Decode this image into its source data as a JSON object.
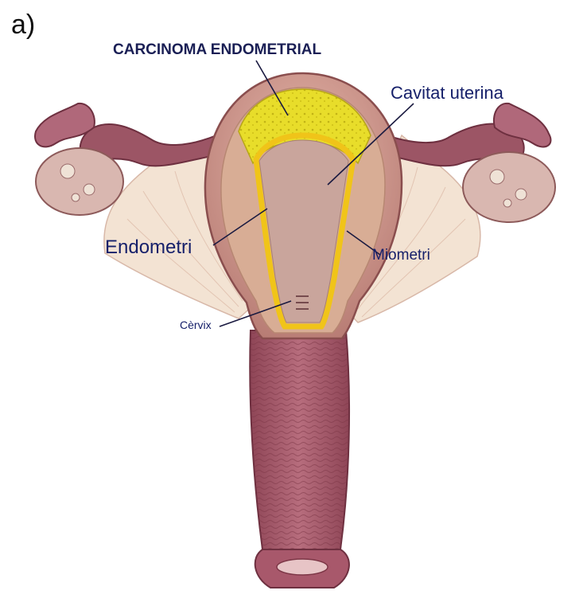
{
  "figure": {
    "panel_letter": "a)",
    "labels": {
      "carcinoma": "CARCINOMA ENDOMETRIAL",
      "cavitat": "Cavitat uterina",
      "endometri": "Endometri",
      "miometri": "Miometri",
      "cervix": "Cèrvix"
    }
  },
  "colors": {
    "label_text": "#16206a",
    "leader_line": "#1a1a40",
    "tumor": "#e8dd2a",
    "endometrium": "#f0c419",
    "uterus_wall": "#c98f86",
    "myometrium": "#d8ad95",
    "cavity": "#c9a59c",
    "tube": "#9c5565",
    "ovary": "#d9b7b0",
    "ligament": "#f3e3d3",
    "vagina": "#a8586b"
  }
}
